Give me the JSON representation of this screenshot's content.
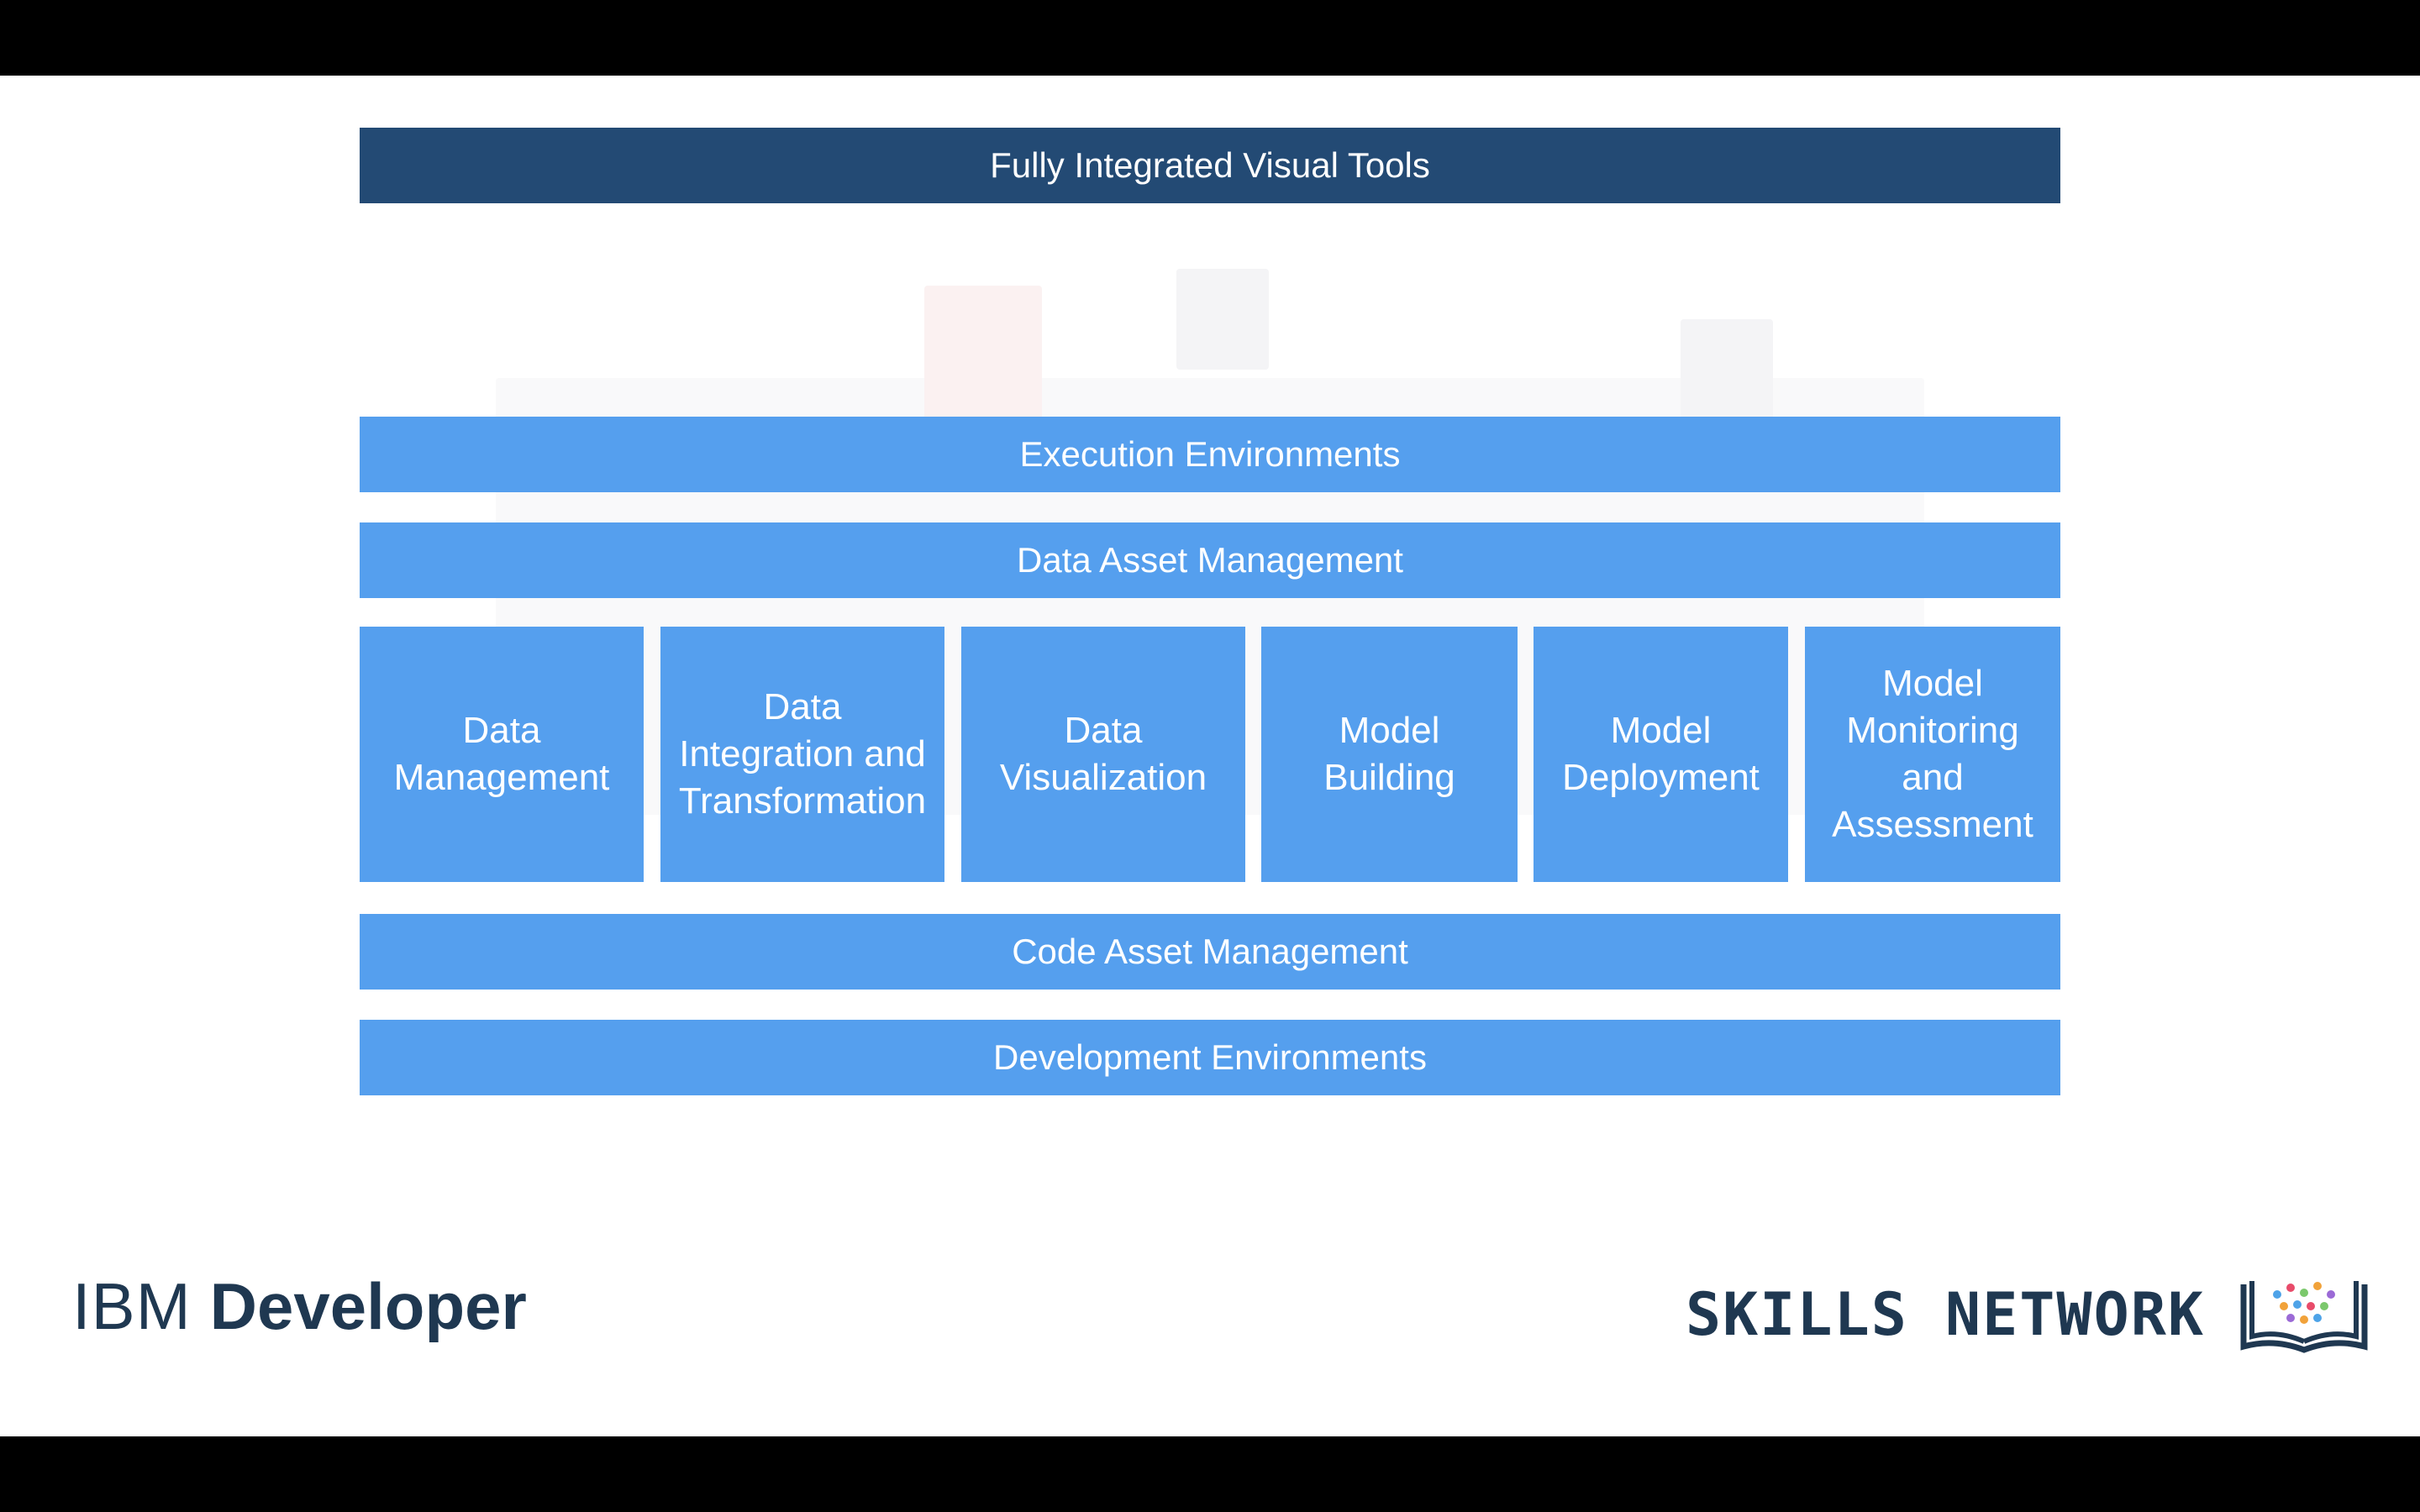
{
  "diagram": {
    "top_bar": "Fully Integrated Visual Tools",
    "layers": {
      "execution": "Execution Environments",
      "data_asset": "Data Asset Management",
      "code_asset": "Code Asset Management",
      "development": "Development Environments"
    },
    "columns": [
      "Data\nManagement",
      "Data\nIntegration and\nTransformation",
      "Data\nVisualization",
      "Model\nBuilding",
      "Model\nDeployment",
      "Model\nMonitoring\nand\nAssessment"
    ]
  },
  "footer": {
    "left_logo": {
      "ibm": "IBM",
      "developer": "Developer"
    },
    "right_logo": "SKILLS NETWORK"
  },
  "colors": {
    "top_bar": "#234a74",
    "layer": "#559fee",
    "logo_text": "#1f3851"
  },
  "icons": [
    "open-book-icon"
  ]
}
